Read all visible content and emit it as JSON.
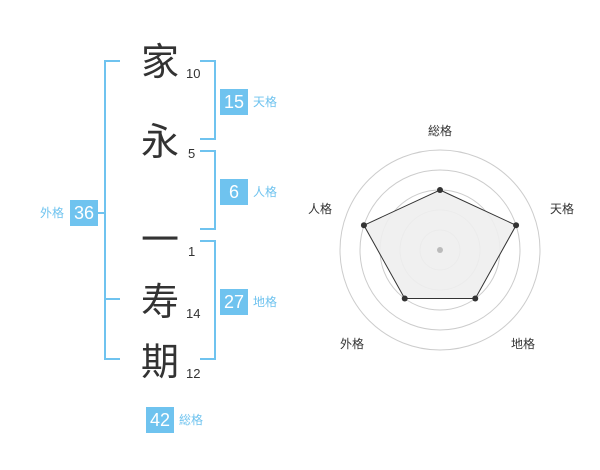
{
  "name": {
    "characters": [
      {
        "char": "家",
        "strokes": "10"
      },
      {
        "char": "永",
        "strokes": "5"
      },
      {
        "char": "一",
        "strokes": "1"
      },
      {
        "char": "寿",
        "strokes": "14"
      },
      {
        "char": "期",
        "strokes": "12"
      }
    ]
  },
  "scores": {
    "tenkaku": {
      "value": "15",
      "label": "天格"
    },
    "jinkaku": {
      "value": "6",
      "label": "人格"
    },
    "chikaku": {
      "value": "27",
      "label": "地格"
    },
    "gaikaku": {
      "value": "36",
      "label": "外格"
    },
    "soukaku": {
      "value": "42",
      "label": "総格"
    }
  },
  "radar": {
    "axes": [
      "総格",
      "天格",
      "地格",
      "外格",
      "人格"
    ],
    "levels": 5,
    "values": [
      3,
      4,
      3,
      3,
      4
    ],
    "max": 5
  },
  "colors": {
    "accent": "#6fc3ef",
    "text": "#333333",
    "radar_fill": "#eeeeee",
    "radar_line": "#333333",
    "ring": "#cccccc"
  }
}
